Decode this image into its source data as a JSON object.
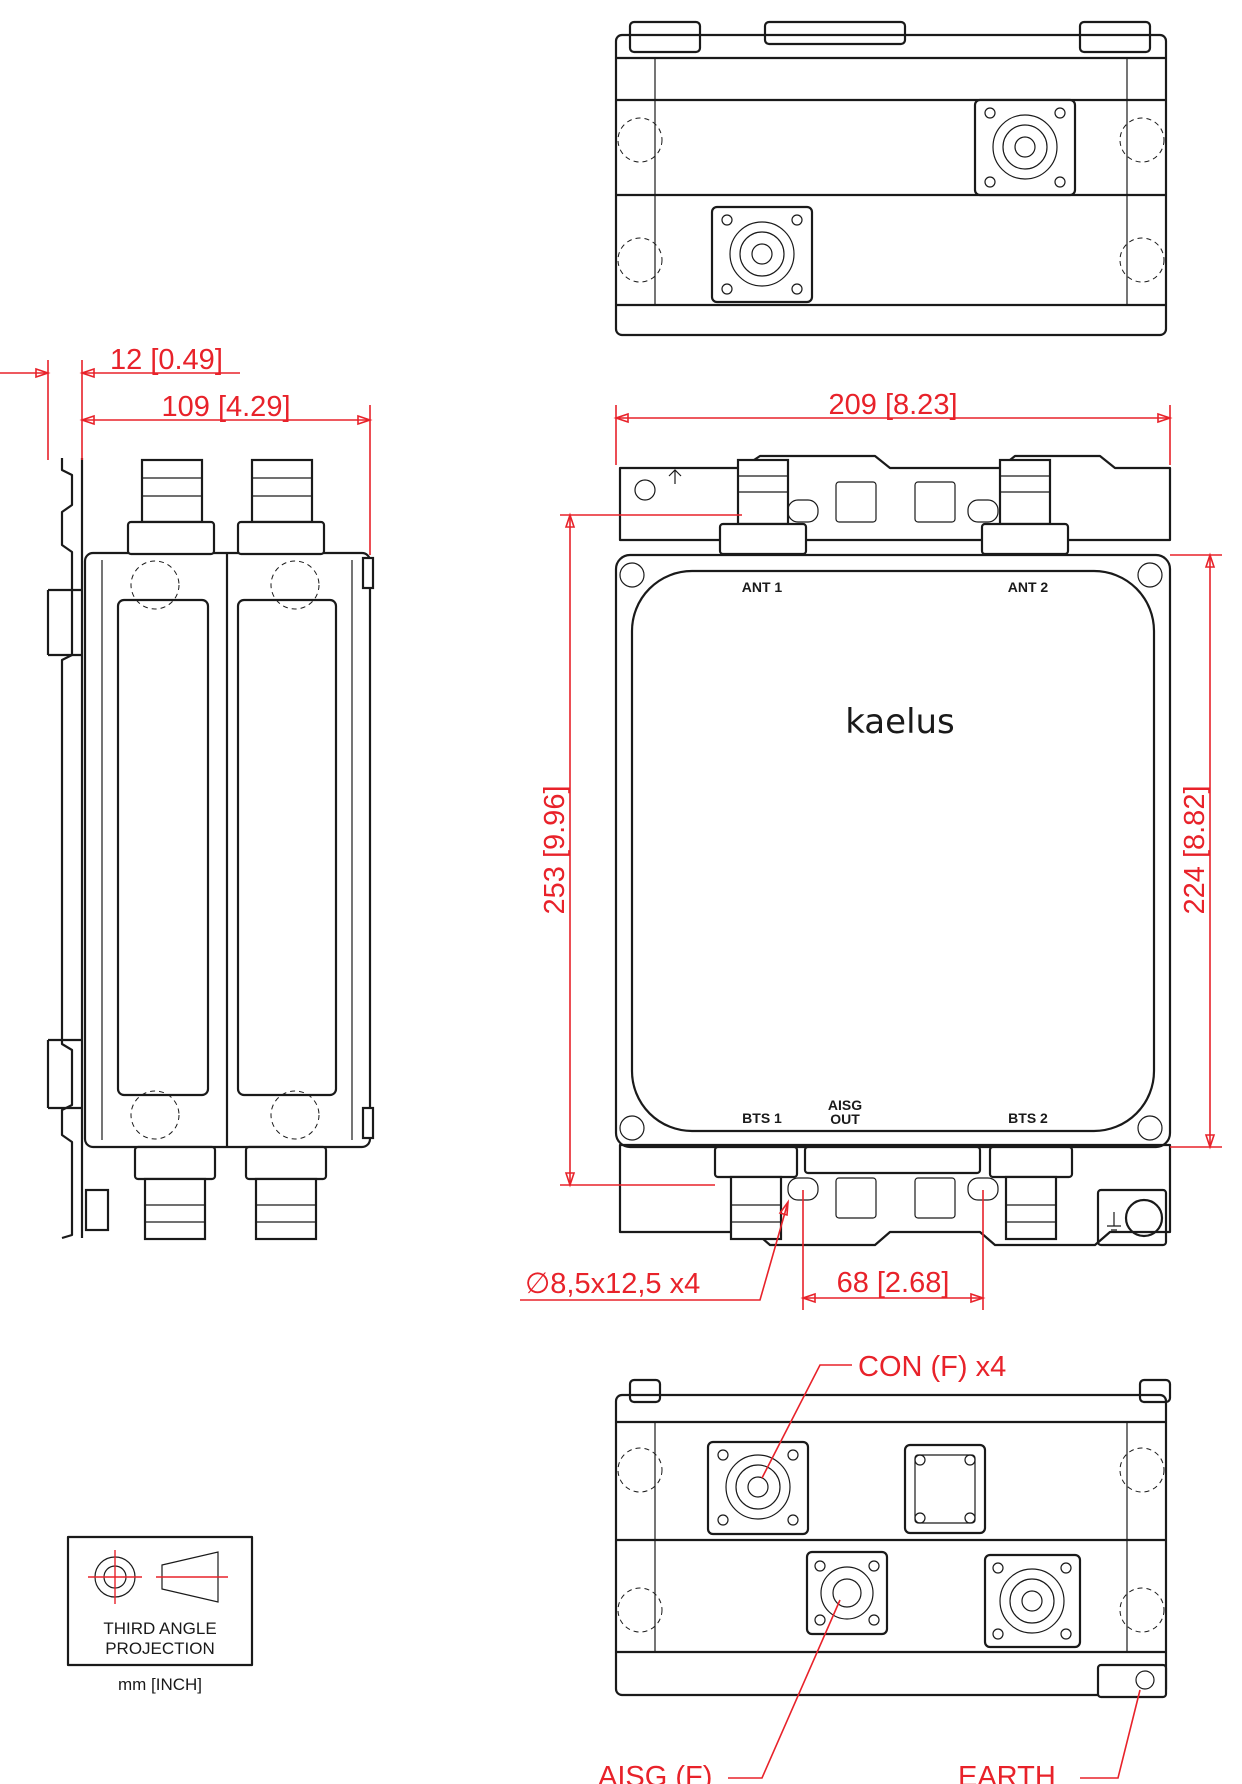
{
  "dimensions": {
    "offset": "12 [0.49]",
    "depth": "109 [4.29]",
    "width": "209 [8.23]",
    "height_overall": "253 [9.96]",
    "height_body": "224 [8.82]",
    "mounting_holes": "∅8,5x12,5 x4",
    "hole_spacing": "68 [2.68]"
  },
  "callouts": {
    "connector": "CON (F) x4",
    "aisg": "AISG (F)",
    "earth": "EARTH"
  },
  "ports": {
    "ant1": "ANT 1",
    "ant2": "ANT 2",
    "bts1": "BTS 1",
    "bts2": "BTS 2",
    "aisg_line1": "AISG",
    "aisg_line2": "OUT"
  },
  "brand": "kaelus",
  "projection": {
    "line1": "THIRD ANGLE",
    "line2": "PROJECTION",
    "units": "mm [INCH]"
  },
  "colors": {
    "dimension": "#e8222a",
    "outline": "#1a1a1a"
  }
}
